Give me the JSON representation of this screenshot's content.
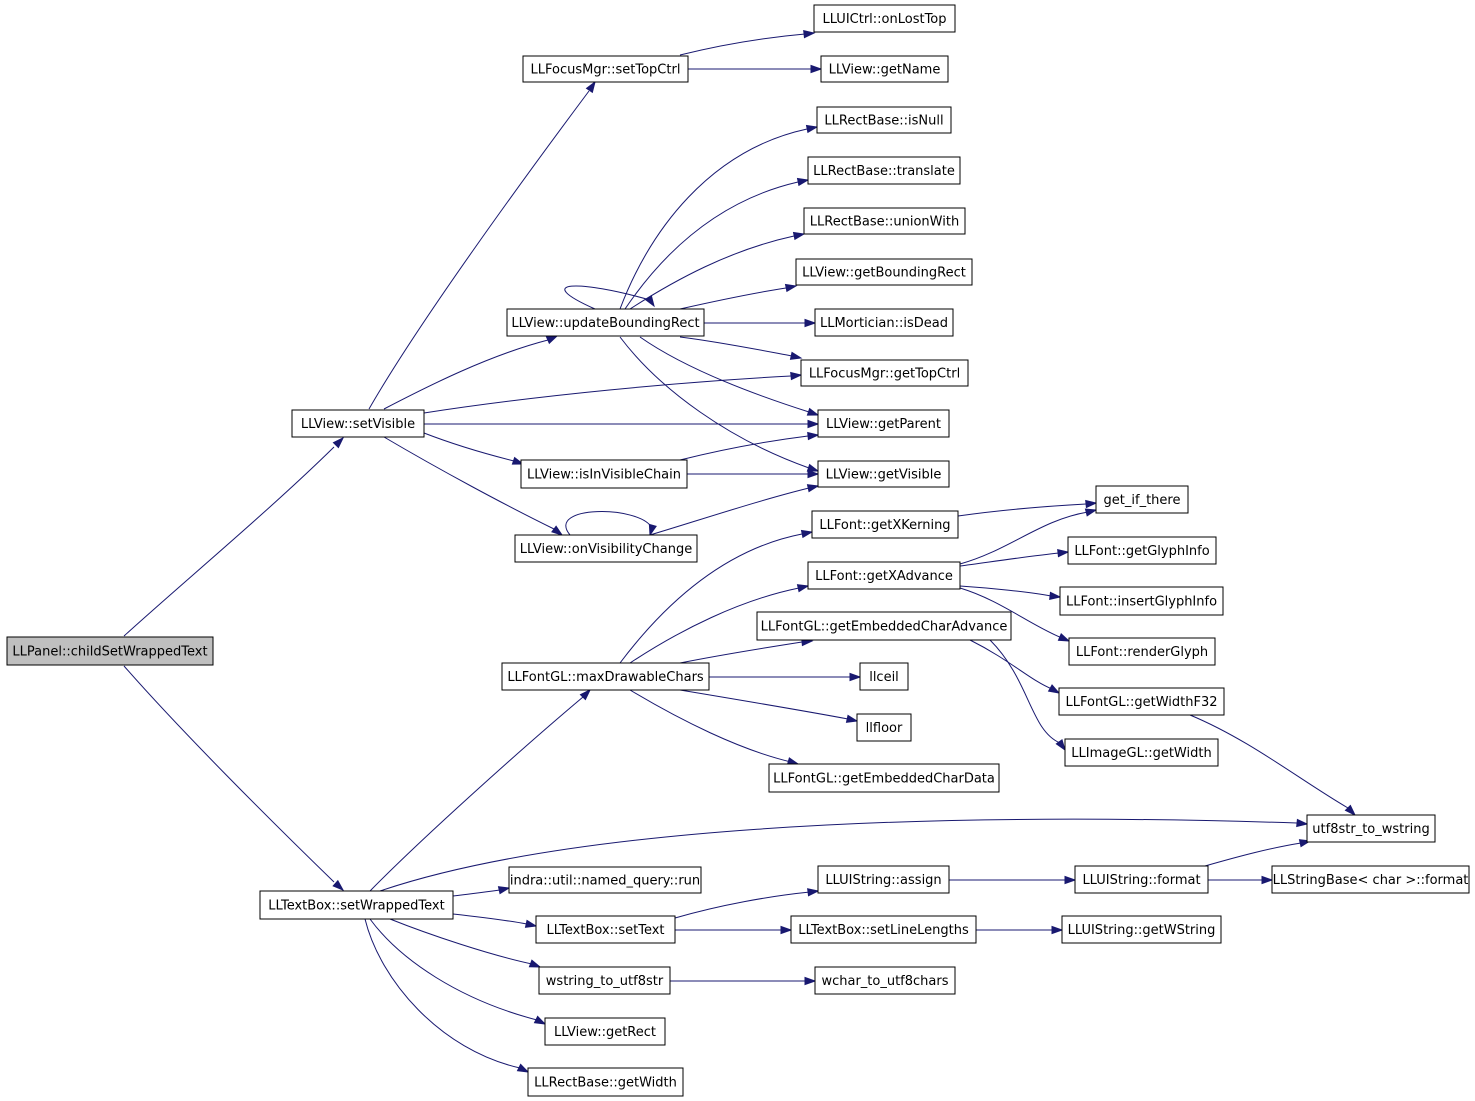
{
  "colors": {
    "edge": "#191970",
    "root_fill": "#bfbfbf",
    "node_fill": "#ffffff",
    "border": "#000000"
  },
  "nodes": {
    "root": "LLPanel::childSetWrappedText",
    "setVisible": "LLView::setVisible",
    "setWrappedText": "LLTextBox::setWrappedText",
    "setTopCtrl": "LLFocusMgr::setTopCtrl",
    "onLostTop": "LLUICtrl::onLostTop",
    "getName": "LLView::getName",
    "isNull": "LLRectBase::isNull",
    "translate": "LLRectBase::translate",
    "unionWith": "LLRectBase::unionWith",
    "getBoundingRect": "LLView::getBoundingRect",
    "updateBoundingRect": "LLView::updateBoundingRect",
    "isDead": "LLMortician::isDead",
    "getTopCtrl": "LLFocusMgr::getTopCtrl",
    "getParent": "LLView::getParent",
    "isInVisibleChain": "LLView::isInVisibleChain",
    "getVisible": "LLView::getVisible",
    "onVisibilityChange": "LLView::onVisibilityChange",
    "getXKerning": "LLFont::getXKerning",
    "get_if_there": "get_if_there",
    "getXAdvance": "LLFont::getXAdvance",
    "getGlyphInfo": "LLFont::getGlyphInfo",
    "insertGlyphInfo": "LLFont::insertGlyphInfo",
    "getEmbeddedCharAdvance": "LLFontGL::getEmbeddedCharAdvance",
    "renderGlyph": "LLFont::renderGlyph",
    "maxDrawableChars": "LLFontGL::maxDrawableChars",
    "llceil": "llceil",
    "getWidthF32": "LLFontGL::getWidthF32",
    "llfloor": "llfloor",
    "imageGetWidth": "LLImageGL::getWidth",
    "getEmbeddedCharData": "LLFontGL::getEmbeddedCharData",
    "utf8str_to_wstring": "utf8str_to_wstring",
    "named_query_run": "indra::util::named_query::run",
    "assign": "LLUIString::assign",
    "format": "LLUIString::format",
    "stringBaseFormat": "LLStringBase< char >::format",
    "setText": "LLTextBox::setText",
    "setLineLengths": "LLTextBox::setLineLengths",
    "getWString": "LLUIString::getWString",
    "wstring_to_utf8str": "wstring_to_utf8str",
    "wchar_to_utf8chars": "wchar_to_utf8chars",
    "getRect": "LLView::getRect",
    "rectGetWidth": "LLRectBase::getWidth"
  }
}
